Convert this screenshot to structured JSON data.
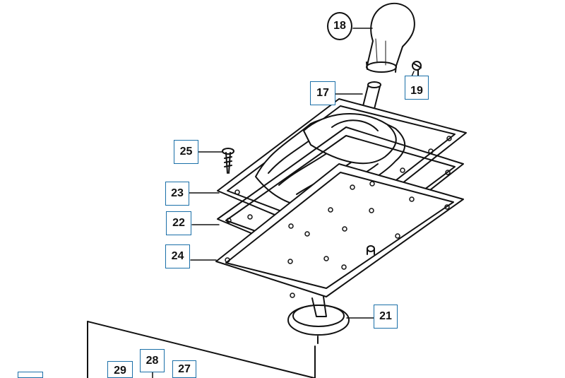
{
  "callouts": {
    "c18": "18",
    "c19": "19",
    "c17": "17",
    "c25": "25",
    "c23": "23",
    "c22": "22",
    "c24": "24",
    "c21": "21",
    "c28": "28",
    "c29": "29",
    "c27": "27"
  },
  "colors": {
    "callout_border": "#1a6fa8",
    "line": "#111111"
  }
}
